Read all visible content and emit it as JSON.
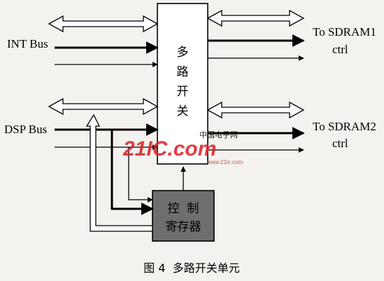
{
  "labels": {
    "int_bus": "INT Bus",
    "dsp_bus": "DSP Bus",
    "to_sdram1_line1": "To SDRAM1",
    "to_sdram1_line2": "ctrl",
    "to_sdram2_line1": "To SDRAM2",
    "to_sdram2_line2": "ctrl"
  },
  "mux": {
    "chars": [
      "多",
      "路",
      "开",
      "关"
    ]
  },
  "control_register": {
    "line1": "控  制",
    "line2": "寄存器",
    "fill": "#6e6e6e"
  },
  "watermark": {
    "cn_text": "中国电子网",
    "logo_text": "21IC.com",
    "url_text": "www.21ic.com",
    "color": "#d8262c"
  },
  "caption": "图 4  多路开关单元"
}
